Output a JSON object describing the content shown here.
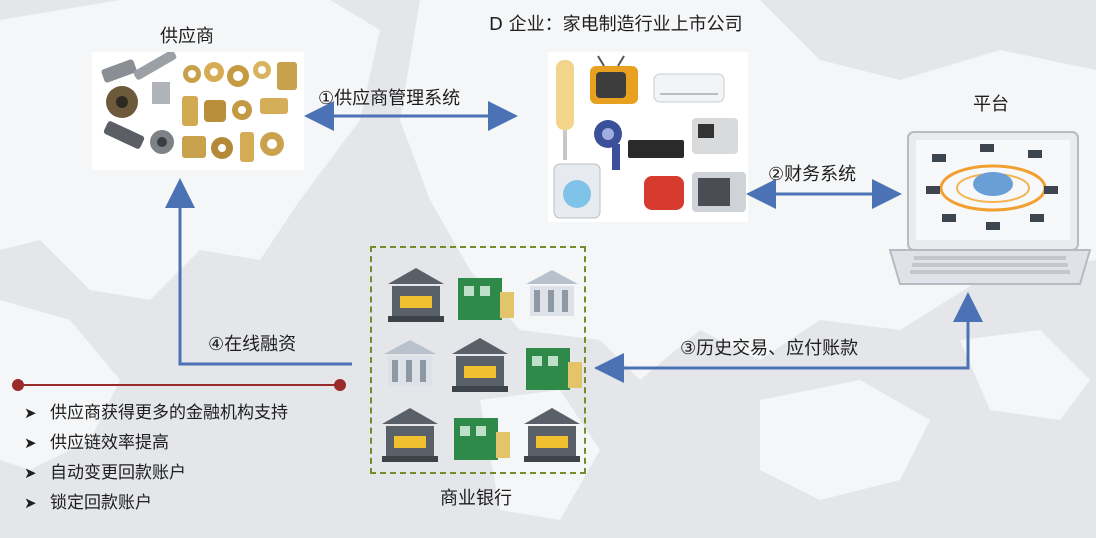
{
  "title": "D 企业：家电制造行业上市公司",
  "nodes": {
    "supplier": "供应商",
    "platform": "平台",
    "bank": "商业银行"
  },
  "edges": {
    "e1": "①供应商管理系统",
    "e2": "②财务系统",
    "e3": "③历史交易、应付账款",
    "e4": "④在线融资"
  },
  "benefits": [
    "供应商获得更多的金融机构支持",
    "供应链效率提高",
    "自动变更回款账户",
    "锁定回款账户"
  ],
  "colors": {
    "arrow": "#4a72b4",
    "timeline": "#9b2a2a",
    "bank_border": "#7a8a2a",
    "bank_green": "#2f8a4a",
    "bank_gray": "#5a6068"
  },
  "icons": {
    "supplier": "hardware-parts-icon",
    "company": "home-appliances-icon",
    "platform": "laptop-network-icon",
    "bank": "bank-building-icon"
  }
}
